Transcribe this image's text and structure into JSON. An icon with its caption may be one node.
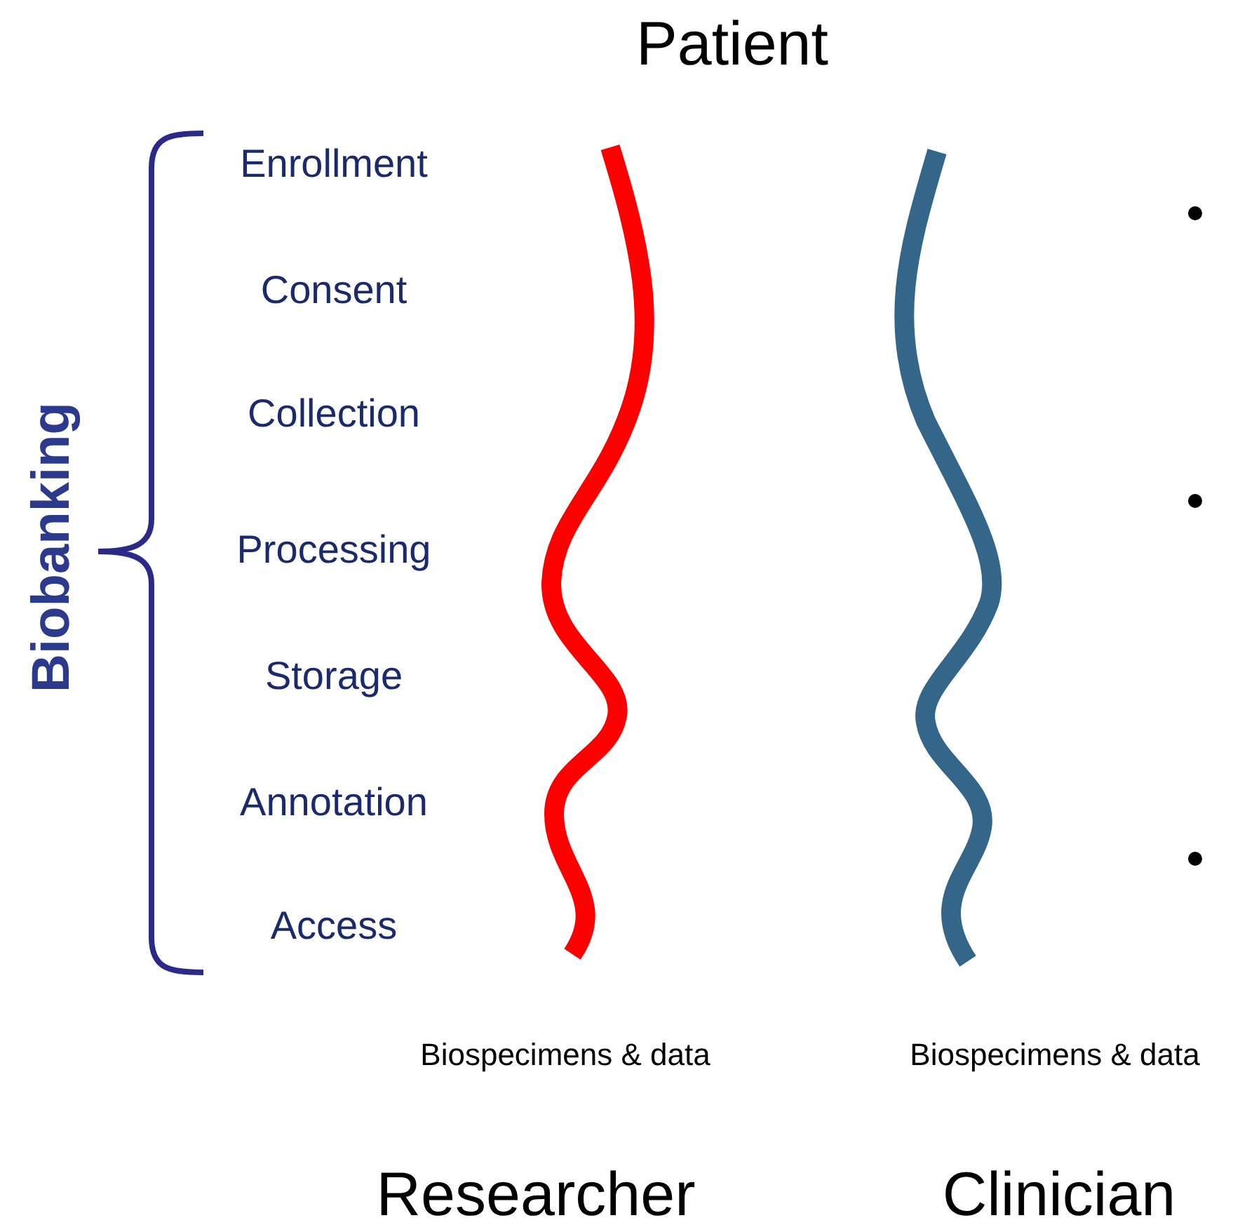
{
  "diagram": {
    "title": "Patient",
    "labels": [
      "Biobanking",
      "Enrollment",
      "Consent",
      "Collection",
      "Processing",
      "Storage",
      "Annotation",
      "Access",
      "Biospecimens & data",
      "Biospecimens & data",
      "Researcher",
      "Clinician"
    ]
  }
}
